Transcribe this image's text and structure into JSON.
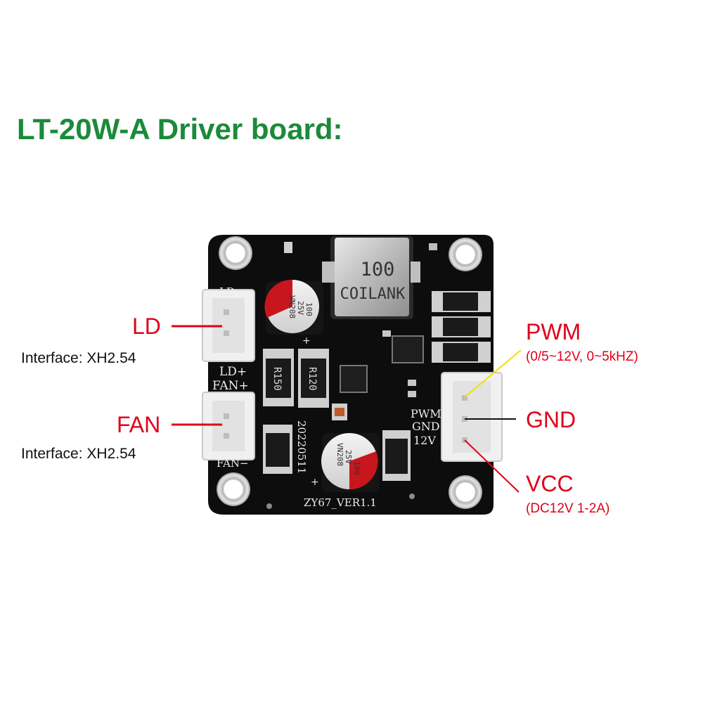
{
  "title": "LT-20W-A Driver board:",
  "callouts": {
    "ld": "LD",
    "ld_interface": "Interface: XH2.54",
    "fan": "FAN",
    "fan_interface": "Interface: XH2.54",
    "pwm": "PWM",
    "pwm_spec": "(0/5~12V, 0~5kHZ)",
    "gnd": "GND",
    "vcc": "VCC",
    "vcc_spec": "(DC12V 1-2A)"
  },
  "board": {
    "inductor_value": "100",
    "inductor_brand": "COILANK",
    "cap_top": [
      "100",
      "25V",
      "VN208"
    ],
    "cap_bottom": [
      "VN208",
      "25V",
      "100"
    ],
    "resistor_1": "R150",
    "resistor_2": "R120",
    "silk_ld_minus": "LD−",
    "silk_ld_plus": "LD+",
    "silk_fan_plus": "FAN+",
    "silk_fan_minus": "FAN−",
    "silk_pwm": "PWM",
    "silk_gnd": "GND",
    "silk_12v": "12V",
    "silk_date": "20220511",
    "silk_version": "ZY67_VER1.1",
    "silk_plus_a": "+",
    "silk_plus_b": "+"
  },
  "colors": {
    "title": "#1b8a3a",
    "callout": "#e0001a",
    "pwm_line": "#f2e000",
    "gnd_line": "#111111",
    "vcc_line": "#e0001a",
    "board": "#0d0d0d"
  }
}
